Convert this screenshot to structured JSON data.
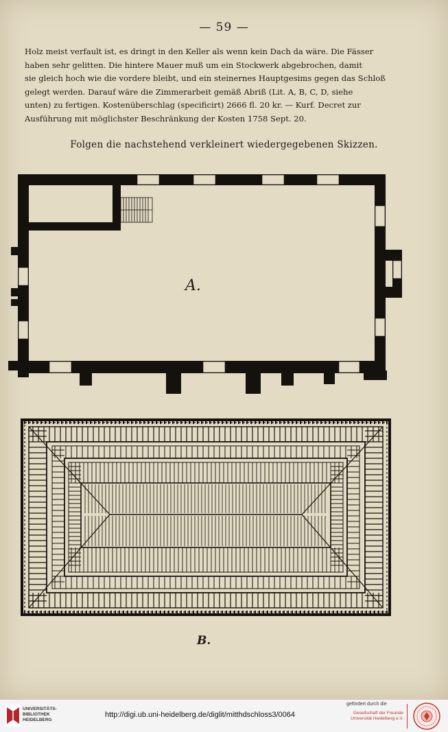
{
  "page_number": "— 59 —",
  "body_lines": [
    "Holz meist verfault ist, es dringt in den Keller als wenn kein Dach da wäre. Die Fässer",
    "haben sehr gelitten. Die hintere Mauer muß um ein Stockwerk abgebrochen, damit",
    "sie gleich hoch wie die vordere bleibt, und ein steinernes Hauptgesims gegen das Schloß",
    "gelegt werden. Darauf wäre die Zimmerarbeit gemäß Abriß (Lit. A, B, C, D, siehe",
    "unten) zu fertigen. Kostenüberschlag (specificirt) 2666 fl. 20 kr. — Kurf. Decret zur",
    "Ausführung mit möglichster Beschränkung der Kosten 1758 Sept. 20."
  ],
  "caption": "Folgen die nachstehend verkleinert wiedergegebenen Skizzen.",
  "figure_a_label": "A.",
  "figure_b_label": "B.",
  "footer": {
    "library_name": [
      "UNIVERSITÄTS-",
      "BIBLIOTHEK",
      "HEIDELBERG"
    ],
    "url": "http://digi.ub.uni-heidelberg.de/diglit/mitthdschloss3/0064",
    "sponsor_label": "gefördert durch die",
    "sponsor_name": [
      "Gesellschaft der Freunde",
      "Universität Heidelberg e.V."
    ]
  },
  "colors": {
    "paper": "#e3dbc4",
    "ink": "#1f1a14",
    "sponsor_red": "#c0392b"
  },
  "icons": {
    "library_logo": "library-logo-icon",
    "seal": "university-seal-icon"
  }
}
